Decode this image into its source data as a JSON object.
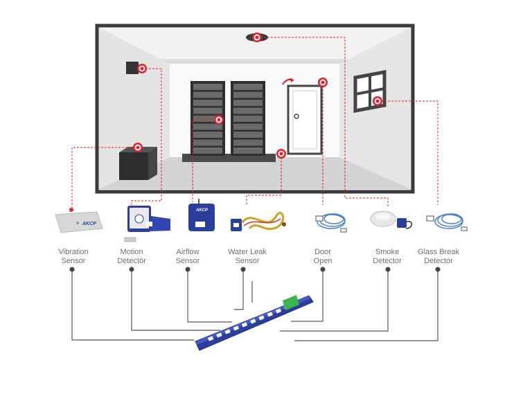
{
  "brand": {
    "logo_text": "AKCP",
    "accent": "#e0202e",
    "device_blue": "#2c3e9b"
  },
  "sensors": [
    {
      "id": "vibration",
      "line1": "Vibration",
      "line2": "Sensor"
    },
    {
      "id": "motion",
      "line1": "Motion",
      "line2": "Detector"
    },
    {
      "id": "airflow",
      "line1": "Airflow",
      "line2": "Sensor"
    },
    {
      "id": "water-leak",
      "line1": "Water Leak",
      "line2": "Sensor"
    },
    {
      "id": "door",
      "line1": "Door",
      "line2": "Open"
    },
    {
      "id": "smoke",
      "line1": "Smoke",
      "line2": "Detector"
    },
    {
      "id": "glass-break",
      "line1": "Glass Break",
      "line2": "Detector"
    }
  ]
}
